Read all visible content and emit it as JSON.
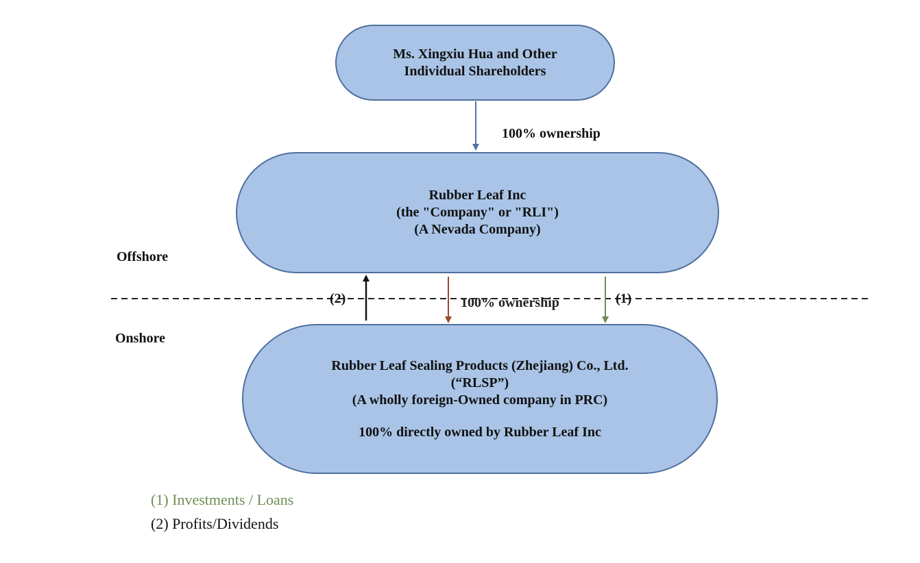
{
  "nodes": {
    "shareholders": {
      "lines": [
        "Ms. Xingxiu Hua and Other",
        "Individual Shareholders"
      ]
    },
    "rli": {
      "lines": [
        "Rubber Leaf Inc",
        "(the \"Company\" or \"RLI\")",
        "(A Nevada Company)"
      ]
    },
    "rlsp": {
      "lines": [
        "Rubber Leaf Sealing Products (Zhejiang) Co., Ltd.",
        "(“RLSP”)",
        "(A wholly foreign-Owned company in PRC)"
      ],
      "note": "100% directly owned by Rubber Leaf Inc"
    }
  },
  "edges": {
    "top_label": "100% ownership",
    "middle_label": "100% ownership",
    "marker_2": "(2)",
    "marker_1": "(1)"
  },
  "zones": {
    "offshore": "Offshore",
    "onshore": "Onshore"
  },
  "legend": {
    "item_1": "(1) Investments / Loans",
    "item_2": "(2)  Profits/Dividends"
  },
  "colors": {
    "node_fill": "#a9c4e6",
    "node_border": "#4f6f9e",
    "arrow_blue": "#4f73a8",
    "arrow_black": "#111111",
    "arrow_brown": "#9a4a2a",
    "arrow_green": "#6f8c55",
    "legend_green": "#6f8c55"
  }
}
